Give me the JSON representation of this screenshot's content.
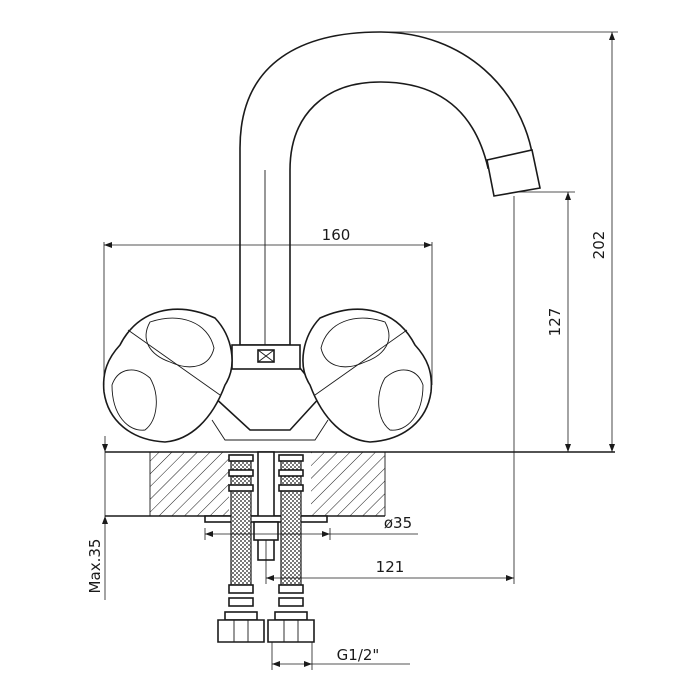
{
  "dimensions": {
    "width_160": "160",
    "height_202": "202",
    "height_127": "127",
    "reach_121": "121",
    "hole_diameter": "ø35",
    "deck_max": "Max.35",
    "thread": "G1/2\""
  },
  "colors": {
    "line": "#1a1a1a",
    "background": "#ffffff"
  }
}
